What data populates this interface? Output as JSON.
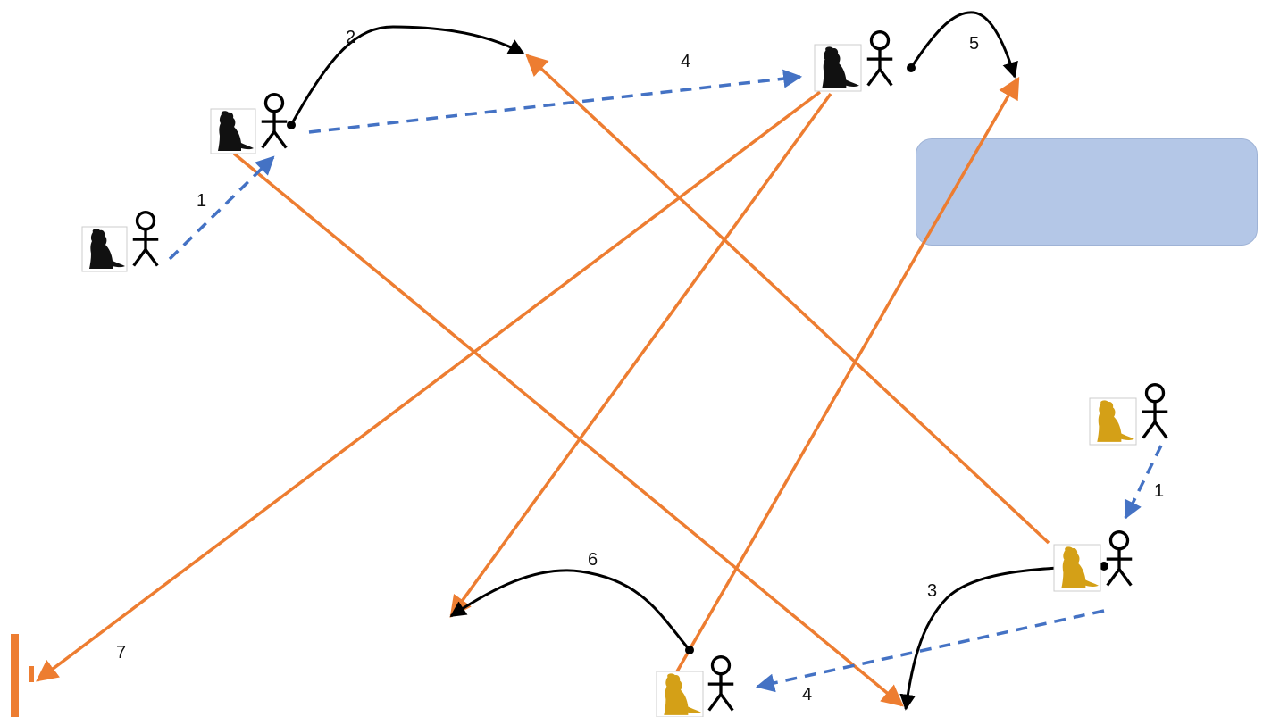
{
  "diagram": {
    "step_labels": {
      "step_1_left": "1",
      "step_2": "2",
      "step_4_top": "4",
      "step_5": "5",
      "step_1_right": "1",
      "step_3": "3",
      "step_6": "6",
      "step_4_bottom": "4",
      "step_7": "7"
    },
    "colors": {
      "orange_arrow": "#ED7D31",
      "blue_dashed_arrow": "#4472C4",
      "black_curve": "#000000",
      "rounded_box_fill": "#B4C7E7",
      "black_dog": "#111111",
      "gold_dog": "#D4A017",
      "stick_figure": "#000000"
    },
    "icons": {
      "dog_black": "dog-silhouette-black-icon",
      "dog_gold": "dog-silhouette-gold-icon",
      "person": "stick-figure-icon"
    }
  }
}
